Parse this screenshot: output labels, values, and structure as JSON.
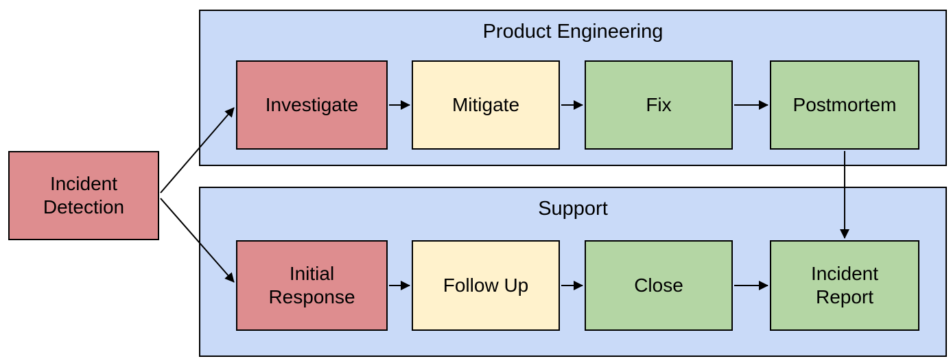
{
  "colors": {
    "node-red": "#DE8D8F",
    "node-yellow": "#FFF2CC",
    "node-green": "#B4D6A4",
    "lane-blue": "#C9DAF8",
    "line": "#000000",
    "canvas-bg": "#FFFFFF"
  },
  "diagram": {
    "start": {
      "label": "Incident Detection"
    },
    "lanes": [
      {
        "title": "Product Engineering",
        "steps": [
          {
            "label": "Investigate"
          },
          {
            "label": "Mitigate"
          },
          {
            "label": "Fix"
          },
          {
            "label": "Postmortem"
          }
        ]
      },
      {
        "title": "Support",
        "steps": [
          {
            "label": "Initial Response"
          },
          {
            "label": "Follow Up"
          },
          {
            "label": "Close"
          },
          {
            "label": "Incident Report"
          }
        ]
      }
    ],
    "connections": [
      {
        "from": "Incident Detection",
        "to": "Investigate"
      },
      {
        "from": "Incident Detection",
        "to": "Initial Response"
      },
      {
        "from": "Investigate",
        "to": "Mitigate"
      },
      {
        "from": "Mitigate",
        "to": "Fix"
      },
      {
        "from": "Fix",
        "to": "Postmortem"
      },
      {
        "from": "Postmortem",
        "to": "Incident Report"
      },
      {
        "from": "Initial Response",
        "to": "Follow Up"
      },
      {
        "from": "Follow Up",
        "to": "Close"
      },
      {
        "from": "Close",
        "to": "Incident Report"
      }
    ]
  }
}
